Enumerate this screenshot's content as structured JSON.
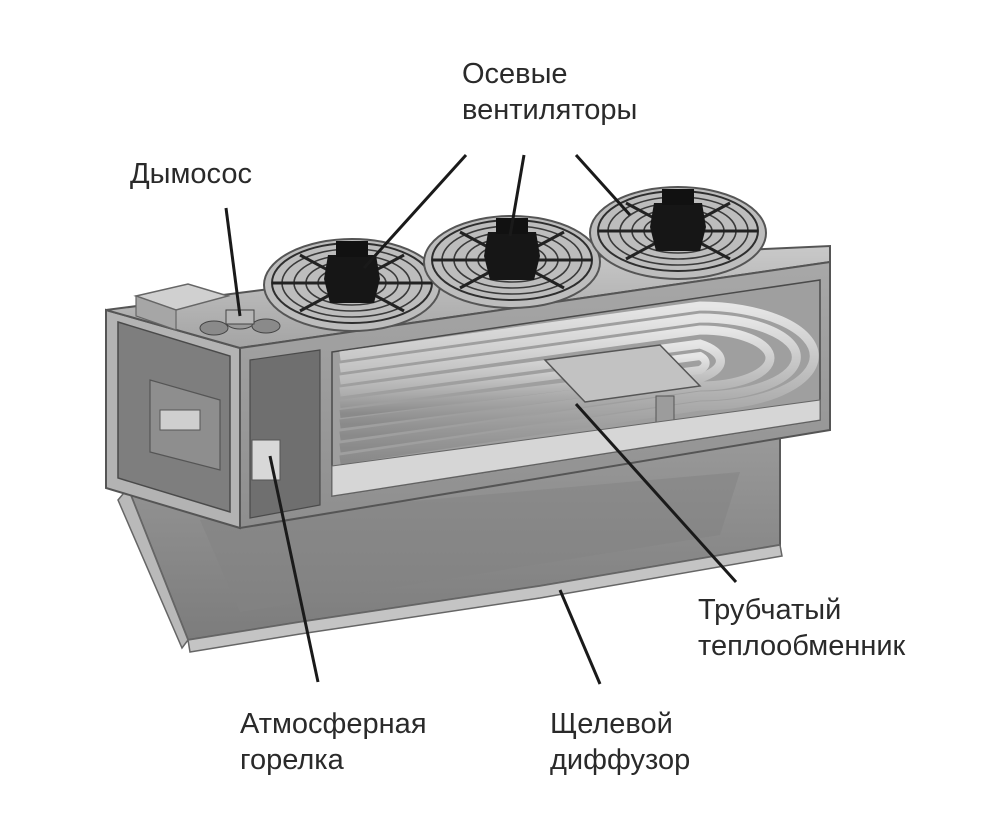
{
  "labels": {
    "fans": [
      "Осевые",
      "вентиляторы"
    ],
    "smoke_exhauster": [
      "Дымосос"
    ],
    "heat_exchanger": [
      "Трубчатый",
      "теплообменник"
    ],
    "burner": [
      "Атмосферная",
      "горелка"
    ],
    "diffuser": [
      "Щелевой",
      "диффузор"
    ]
  },
  "colors": {
    "text": "#2a2a2a",
    "leader_line": "#1a1a1a",
    "housing_light": "#d2d2d2",
    "housing_mid": "#a9a9a9",
    "housing_dark": "#6f6f6f",
    "fan_motor": "#151515"
  }
}
